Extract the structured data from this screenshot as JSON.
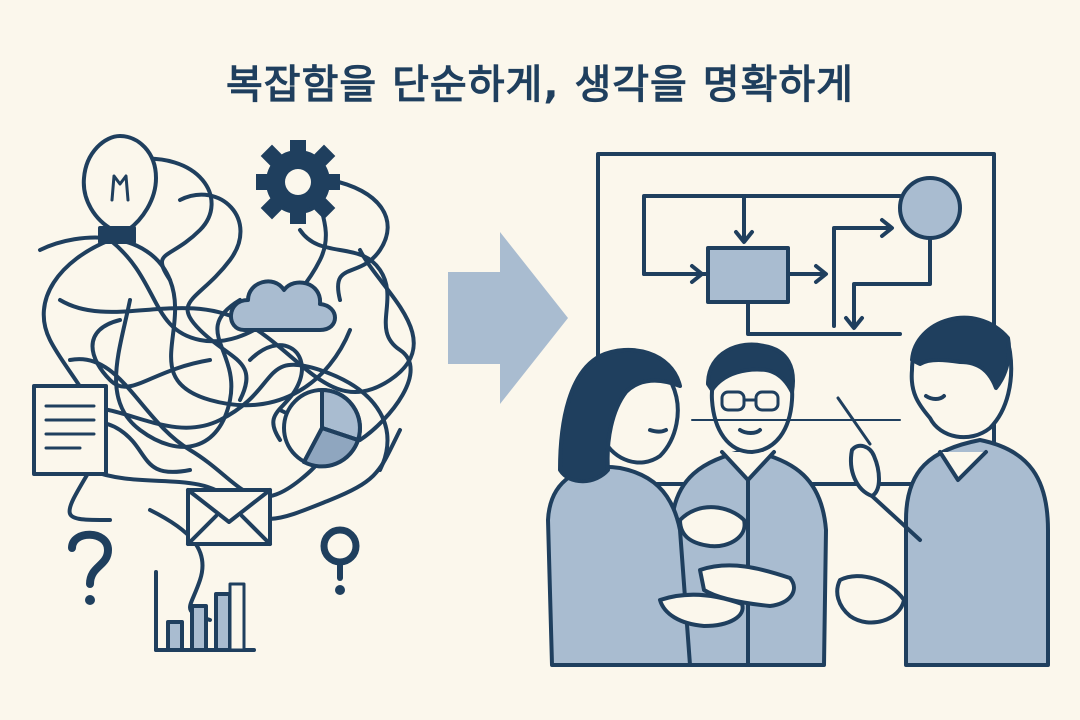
{
  "title": "복잡함을 단순하게, 생각을 명확하게",
  "colors": {
    "background": "#fbf7ec",
    "ink": "#1f3f5e",
    "fill_light": "#a9bcd0",
    "fill_mid": "#8fa6bf"
  },
  "icons": {
    "left": [
      "lightbulb-icon",
      "gear-icon",
      "cloud-icon",
      "document-icon",
      "pie-chart-icon",
      "envelope-icon",
      "question-mark-icon",
      "location-pin-icon",
      "bar-chart-icon"
    ],
    "center": "arrow-right-icon",
    "right": [
      "flowchart-board",
      "woman-figure",
      "man-with-glasses-figure",
      "man-with-pointer-figure"
    ]
  }
}
